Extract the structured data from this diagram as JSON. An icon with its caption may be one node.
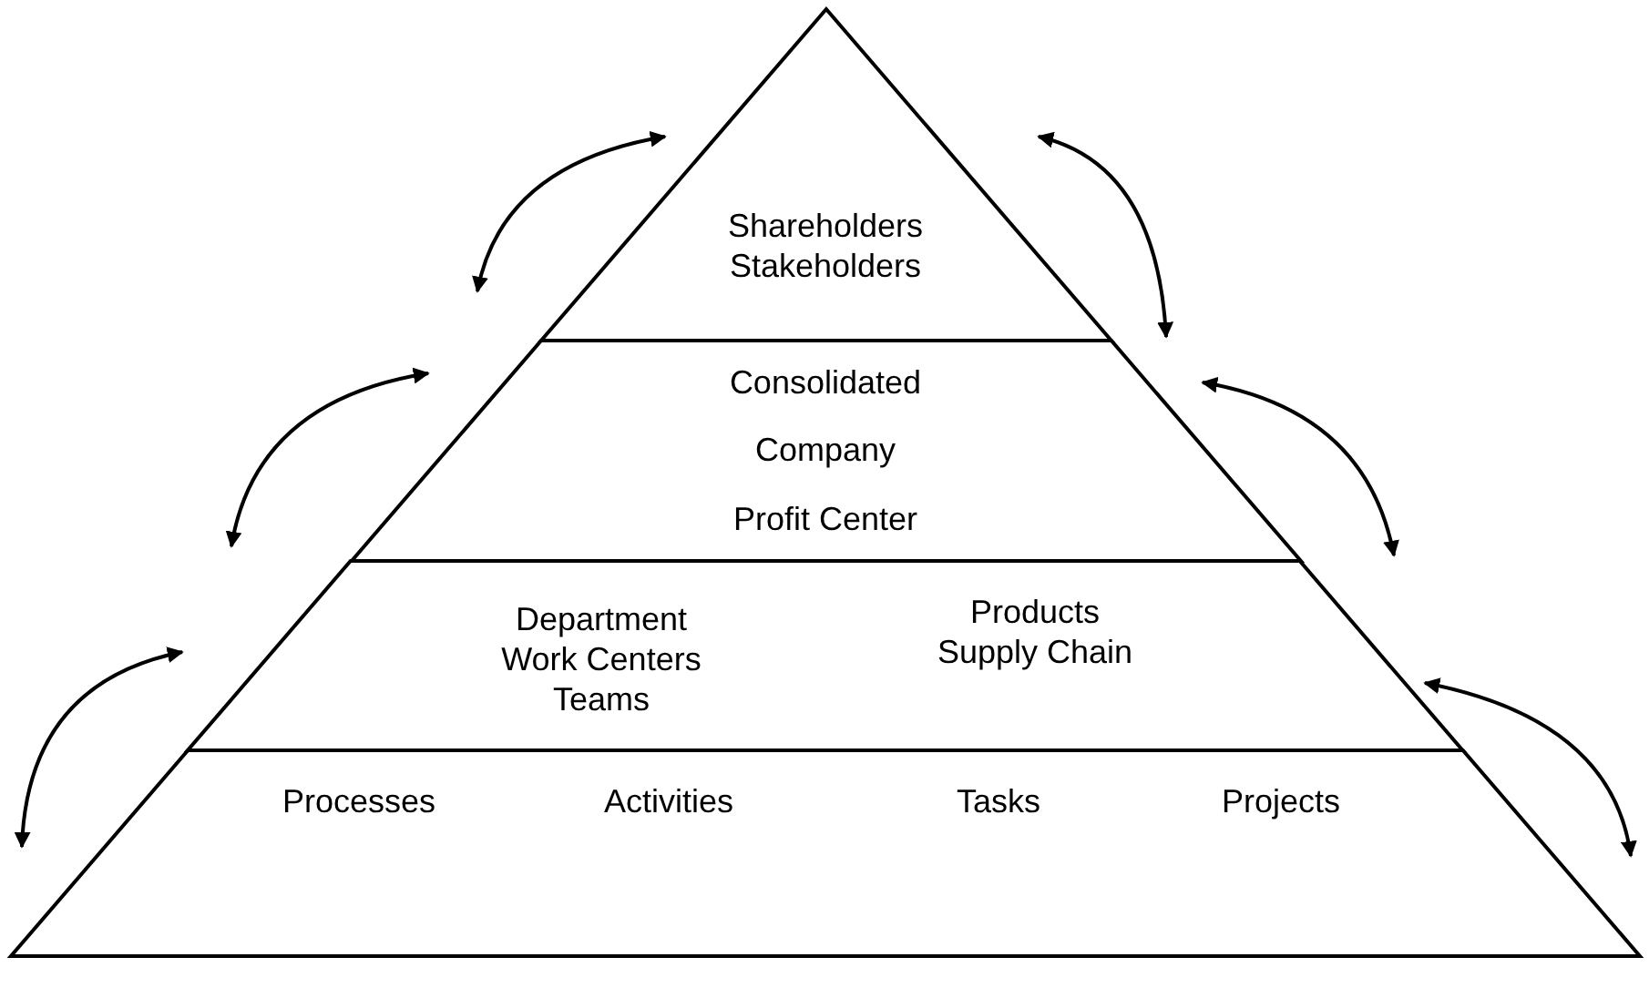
{
  "diagram": {
    "nodes": [
      {
        "text": [
          "Shareholders Stakeholders"
        ]
      },
      {
        "text": [
          "Consolidated",
          "Company",
          "Profit Center"
        ]
      },
      {
        "text": [
          "Department Work Centers Teams",
          "Products Supply Chain"
        ]
      },
      {
        "text": [
          "Processes",
          "Activities",
          "Tasks",
          "Projects"
        ]
      }
    ]
  }
}
